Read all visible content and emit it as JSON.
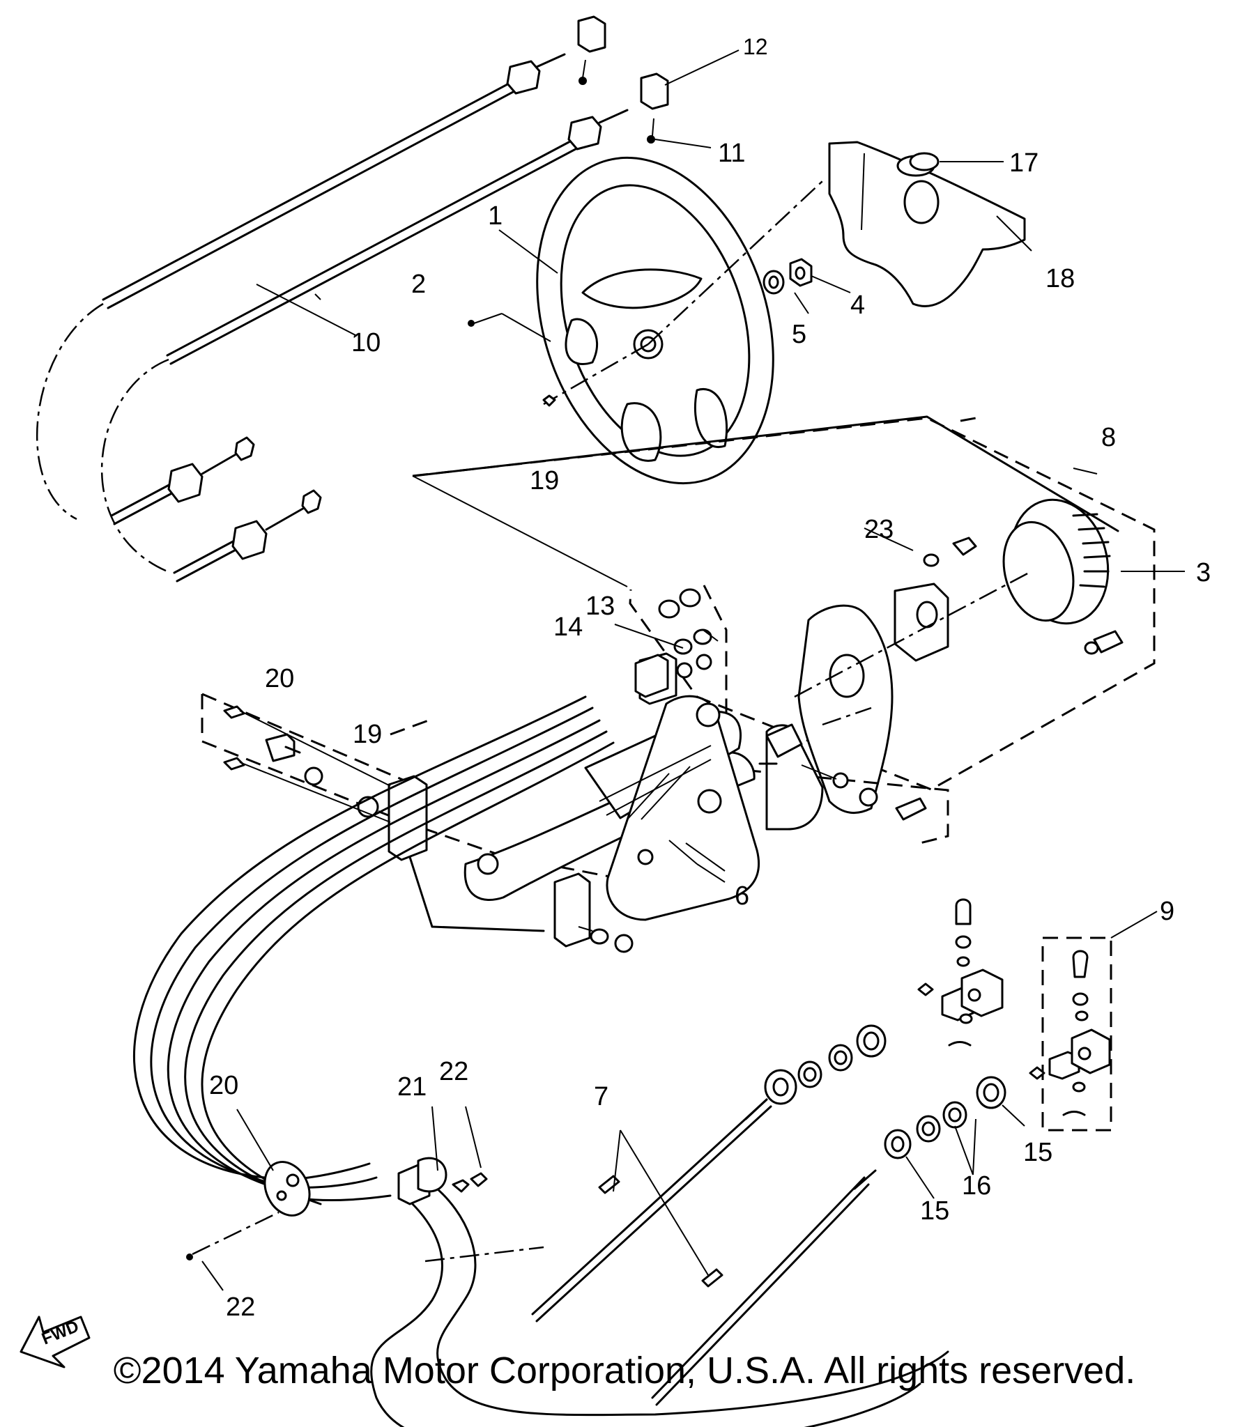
{
  "callouts": {
    "c1": "1",
    "c2": "2",
    "c3": "3",
    "c4": "4",
    "c5": "5",
    "c6": "6",
    "c7": "7",
    "c8": "8",
    "c9": "9",
    "c10": "10",
    "c11": "11",
    "c12": "12",
    "c13": "13",
    "c14": "14",
    "c15a": "15",
    "c15b": "15",
    "c16": "16",
    "c17": "17",
    "c18": "18",
    "c19a": "19",
    "c19b": "19",
    "c20a": "20",
    "c20b": "20",
    "c21": "21",
    "c22a": "22",
    "c22b": "22",
    "c23": "23"
  },
  "fwd_label": "FWD",
  "copyright": "©2014 Yamaha Motor Corporation, U.S.A. All rights reserved."
}
